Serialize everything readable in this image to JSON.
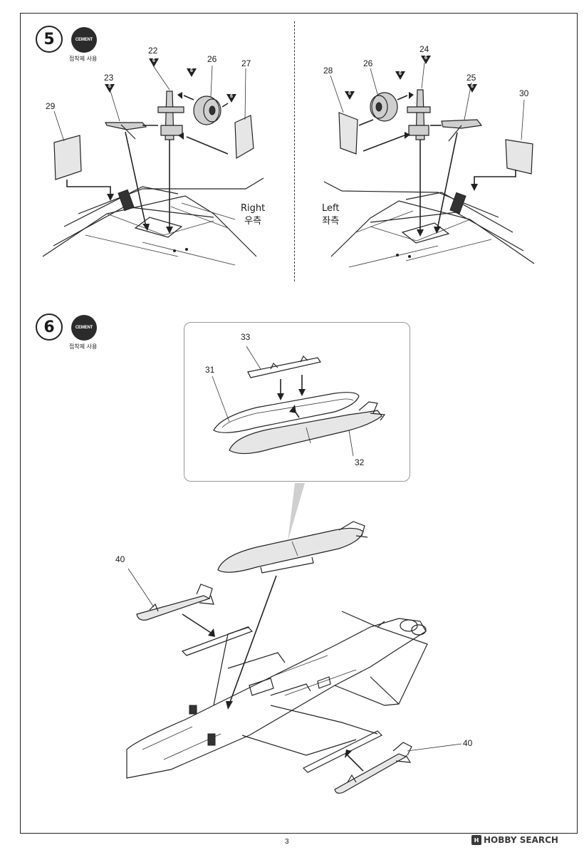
{
  "steps": [
    {
      "number": "5",
      "cement_badge": "CEMENT",
      "cement_note": "접착제 사용",
      "right_view": {
        "side_en": "Right",
        "side_ko": "우측",
        "parts": [
          "22",
          "23",
          "26",
          "27",
          "29"
        ],
        "marks": [
          "6",
          "6",
          "6",
          "6"
        ]
      },
      "left_view": {
        "side_en": "Left",
        "side_ko": "좌측",
        "parts": [
          "24",
          "25",
          "26",
          "28",
          "30"
        ],
        "marks": [
          "6",
          "6",
          "6",
          "6"
        ]
      }
    },
    {
      "number": "6",
      "cement_badge": "CEMENT",
      "cement_note": "접착제 사용",
      "inset_parts": [
        "33",
        "31",
        "32"
      ],
      "main_parts": [
        "40",
        "40"
      ]
    }
  ],
  "page_number": "3",
  "watermark": {
    "badge": "H",
    "text": "HOBBY SEARCH"
  }
}
